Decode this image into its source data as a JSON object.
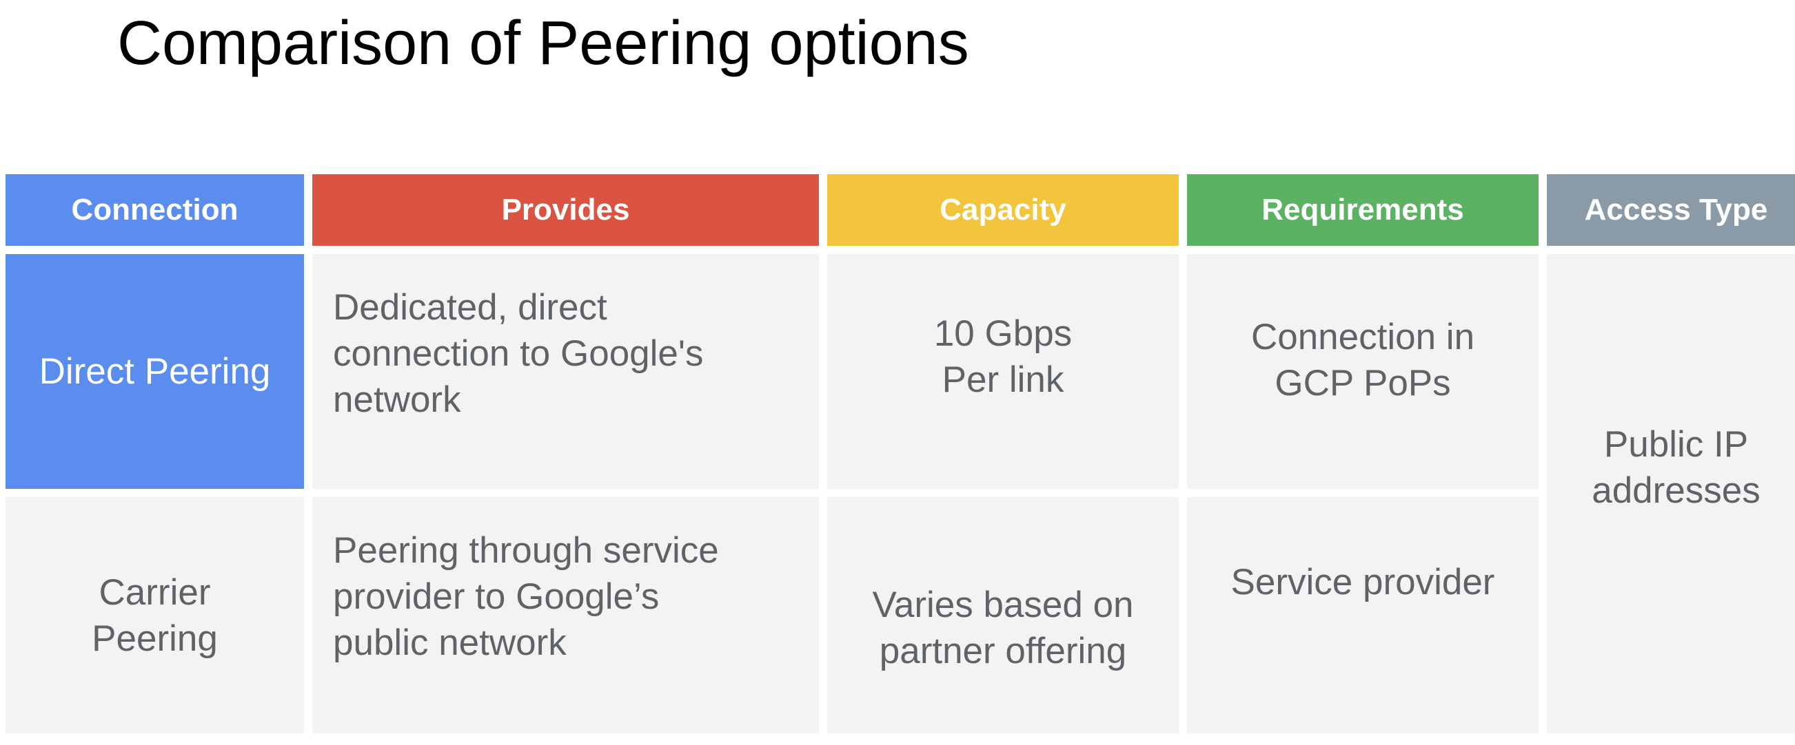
{
  "title": "Comparison of Peering options",
  "colors": {
    "connection": "#5b8def",
    "provides": "#db5442",
    "capacity": "#f2c53d",
    "requirements": "#5bb263",
    "access_type": "#8a9aa6",
    "cell_background": "#f3f3f3",
    "cell_text": "#5f6368"
  },
  "headers": {
    "connection": "Connection",
    "provides": "Provides",
    "capacity": "Capacity",
    "requirements": "Requirements",
    "access_type": "Access Type"
  },
  "rows": [
    {
      "connection": "Direct Peering",
      "provides": [
        "Dedicated, direct",
        "connection to Google's",
        "network"
      ],
      "capacity": [
        "10 Gbps",
        "Per link"
      ],
      "requirements": [
        "Connection in",
        "GCP PoPs"
      ]
    },
    {
      "connection": [
        "Carrier",
        "Peering"
      ],
      "provides": [
        "Peering through service",
        "provider to Google’s",
        "public network"
      ],
      "capacity": [
        "Varies based on",
        "partner offering"
      ],
      "requirements": [
        "Service provider"
      ]
    }
  ],
  "access_type": [
    "Public IP",
    "addresses"
  ]
}
